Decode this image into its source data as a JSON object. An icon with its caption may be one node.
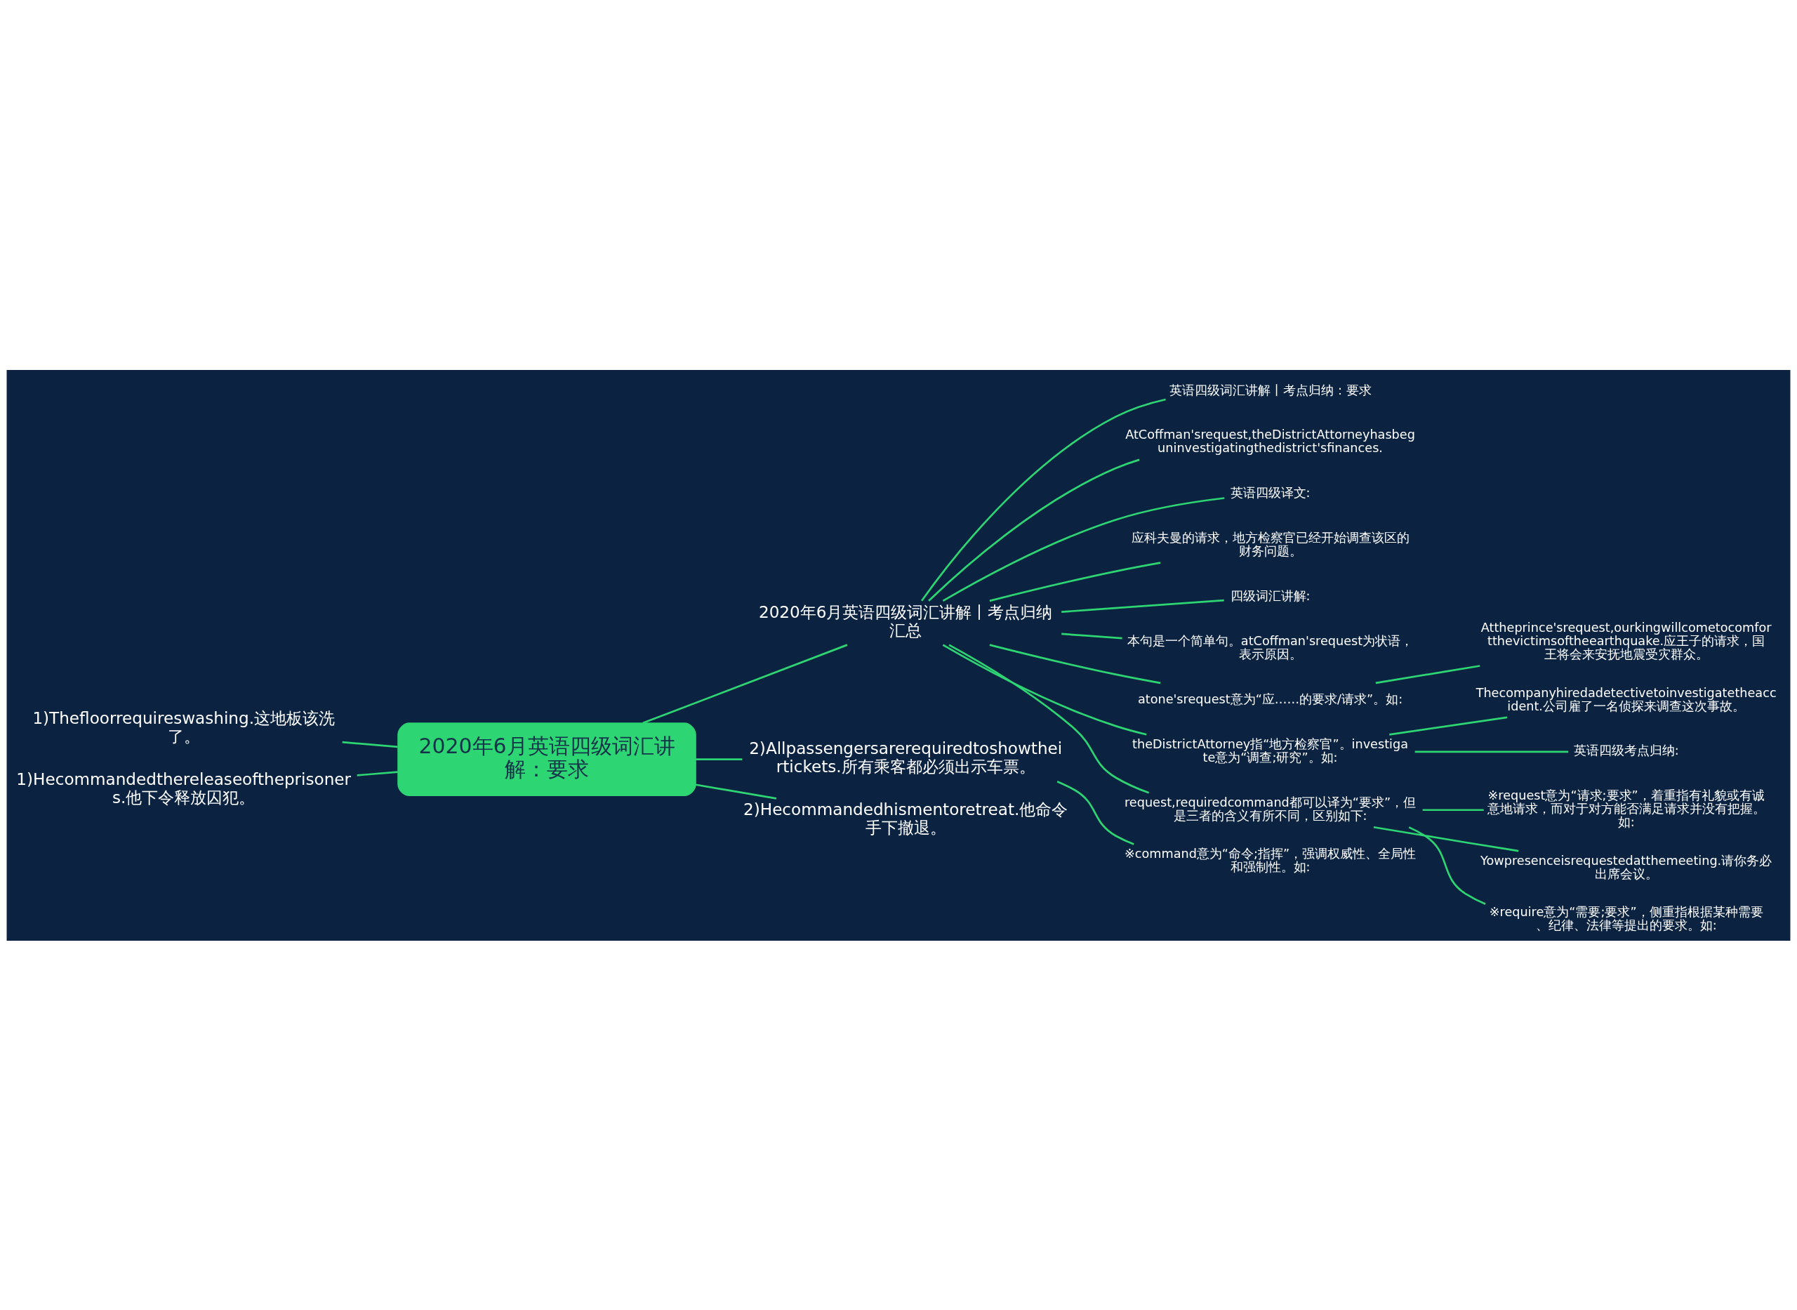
{
  "diagram": {
    "nodes": [
      {
        "text": [
          "2020年6月英语四级词汇讲解：要求"
        ]
      },
      {
        "text": [
          "1)Thefloorrequireswashing.这地板该洗了。"
        ]
      },
      {
        "text": [
          "1)Hecommandedthereleaseoftheprisoners.他下令释放囚犯。"
        ]
      },
      {
        "text": [
          "2020年6月英语四级词汇讲解丨考点归纳汇总"
        ]
      },
      {
        "text": [
          "英语四级词汇讲解丨考点归纳：要求"
        ]
      },
      {
        "text": [
          "AtCoffman'srequest,theDistrictAttorneyhasbeguninvestigatingthedistrict'sfinances."
        ]
      },
      {
        "text": [
          "英语四级译文:"
        ]
      },
      {
        "text": [
          "应科夫曼的请求，地方检察官已经开始调查该区的财务问题。"
        ]
      },
      {
        "text": [
          "四级词汇讲解:"
        ]
      },
      {
        "text": [
          "本句是一个简单句。atCoffman'srequest为状语，表示原因。"
        ]
      },
      {
        "text": [
          "atone'srequest意为“应……的要求/请求”。如:"
        ]
      },
      {
        "text": [
          "Attheprince'srequest,ourkingwillcometocomfortthevictimsoftheearthquake.应王子的请求，国王将会来安抚地震受灾群众。"
        ]
      },
      {
        "text": [
          "theDistrictAttorney指“地方检察官”。investigate意为“调查;研究”。如:"
        ]
      },
      {
        "text": [
          "Thecompanyhiredadetectivetoinvestigatetheaccident.公司雇了一名侦探来调查这次事故。"
        ]
      },
      {
        "text": [
          "英语四级考点归纳:"
        ]
      },
      {
        "text": [
          "request,requiredcommand都可以译为“要求”，但是三者的含义有所不同，区别如下:"
        ]
      },
      {
        "text": [
          "※request意为“请求;要求”，着重指有礼貌或有诚意地请求，而对于对方能否满足请求并没有把握。如:"
        ]
      },
      {
        "text": [
          "Yowpresenceisrequestedatthemeeting.请你务必出席会议。"
        ]
      },
      {
        "text": [
          "※require意为“需要;要求”，侧重指根据某种需要、纪律、法律等提出的要求。如:"
        ]
      },
      {
        "text": [
          "2)Allpassengersarerequiredtoshowtheirtickets.所有乘客都必须出示车票。"
        ]
      },
      {
        "text": [
          "※command意为“命令;指挥”，强调权威性、全局性和强制性。如:"
        ]
      },
      {
        "text": [
          "2)Hecommandedhismentoretreat.他命令手下撤退。"
        ]
      }
    ],
    "edges": [
      {
        "from": 0,
        "to": 1,
        "arrow": "none"
      },
      {
        "from": 0,
        "to": 2,
        "arrow": "none"
      },
      {
        "from": 0,
        "to": 3,
        "arrow": "none"
      },
      {
        "from": 3,
        "to": 4,
        "arrow": "none"
      },
      {
        "from": 3,
        "to": 5,
        "arrow": "none"
      },
      {
        "from": 3,
        "to": 6,
        "arrow": "none"
      },
      {
        "from": 3,
        "to": 7,
        "arrow": "none"
      },
      {
        "from": 3,
        "to": 8,
        "arrow": "none"
      },
      {
        "from": 3,
        "to": 9,
        "arrow": "none"
      },
      {
        "from": 3,
        "to": 10,
        "arrow": "none"
      },
      {
        "from": 10,
        "to": 11,
        "arrow": "none"
      },
      {
        "from": 3,
        "to": 12,
        "arrow": "none"
      },
      {
        "from": 12,
        "to": 13,
        "arrow": "none"
      },
      {
        "from": 12,
        "to": 14,
        "arrow": "none"
      },
      {
        "from": 3,
        "to": 15,
        "arrow": "none"
      },
      {
        "from": 15,
        "to": 16,
        "arrow": "none"
      },
      {
        "from": 15,
        "to": 17,
        "arrow": "none"
      },
      {
        "from": 15,
        "to": 18,
        "arrow": "none"
      },
      {
        "from": 0,
        "to": 19,
        "arrow": "none"
      },
      {
        "from": 19,
        "to": 20,
        "arrow": "none"
      },
      {
        "from": 0,
        "to": 21,
        "arrow": "none"
      }
    ]
  }
}
